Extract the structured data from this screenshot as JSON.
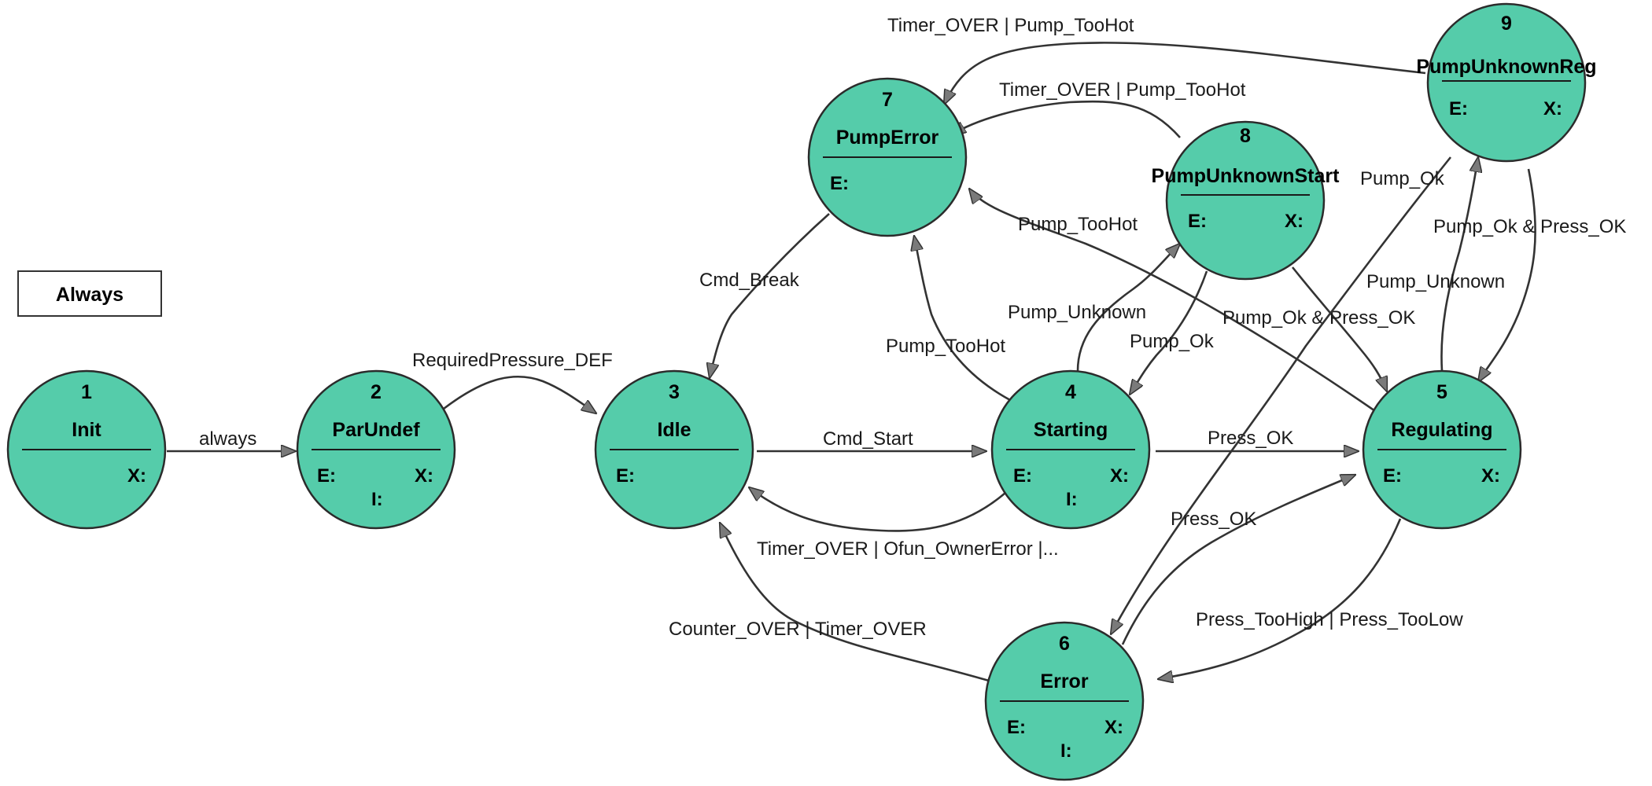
{
  "always_label": "Always",
  "states": {
    "s1": {
      "num": "1",
      "name": "Init",
      "exit": "X:"
    },
    "s2": {
      "num": "2",
      "name": "ParUndef",
      "entry": "E:",
      "exit": "X:",
      "input": "I:"
    },
    "s3": {
      "num": "3",
      "name": "Idle",
      "entry": "E:"
    },
    "s4": {
      "num": "4",
      "name": "Starting",
      "entry": "E:",
      "exit": "X:",
      "input": "I:"
    },
    "s5": {
      "num": "5",
      "name": "Regulating",
      "entry": "E:",
      "exit": "X:"
    },
    "s6": {
      "num": "6",
      "name": "Error",
      "entry": "E:",
      "exit": "X:",
      "input": "I:"
    },
    "s7": {
      "num": "7",
      "name": "PumpError",
      "entry": "E:"
    },
    "s8": {
      "num": "8",
      "name": "PumpUnknownStart",
      "entry": "E:",
      "exit": "X:"
    },
    "s9": {
      "num": "9",
      "name": "PumpUnknownReg",
      "entry": "E:",
      "exit": "X:"
    }
  },
  "edges": {
    "e_1_2": "always",
    "e_2_3": "RequiredPressure_DEF",
    "e_3_4": "Cmd_Start",
    "e_4_3": "Timer_OVER | Ofun_OwnerError |...",
    "e_7_3": "Cmd_Break",
    "e_6_3": "Counter_OVER | Timer_OVER",
    "e_4_7": "Pump_TooHot",
    "e_4_8": "Pump_Unknown",
    "e_8_4": "Pump_Ok",
    "e_8_7": "Timer_OVER | Pump_TooHot",
    "e_9_7": "Timer_OVER | Pump_TooHot",
    "e_5_7": "Pump_TooHot",
    "e_4_5": "Press_OK",
    "e_8_5": "Pump_Ok & Press_OK",
    "e_5_9": "Pump_Unknown",
    "e_9_5": "Pump_Ok & Press_OK",
    "e_9_6": "Pump_Ok",
    "e_6_5": "Press_OK",
    "e_5_6": "Press_TooHigh | Press_TooLow"
  }
}
